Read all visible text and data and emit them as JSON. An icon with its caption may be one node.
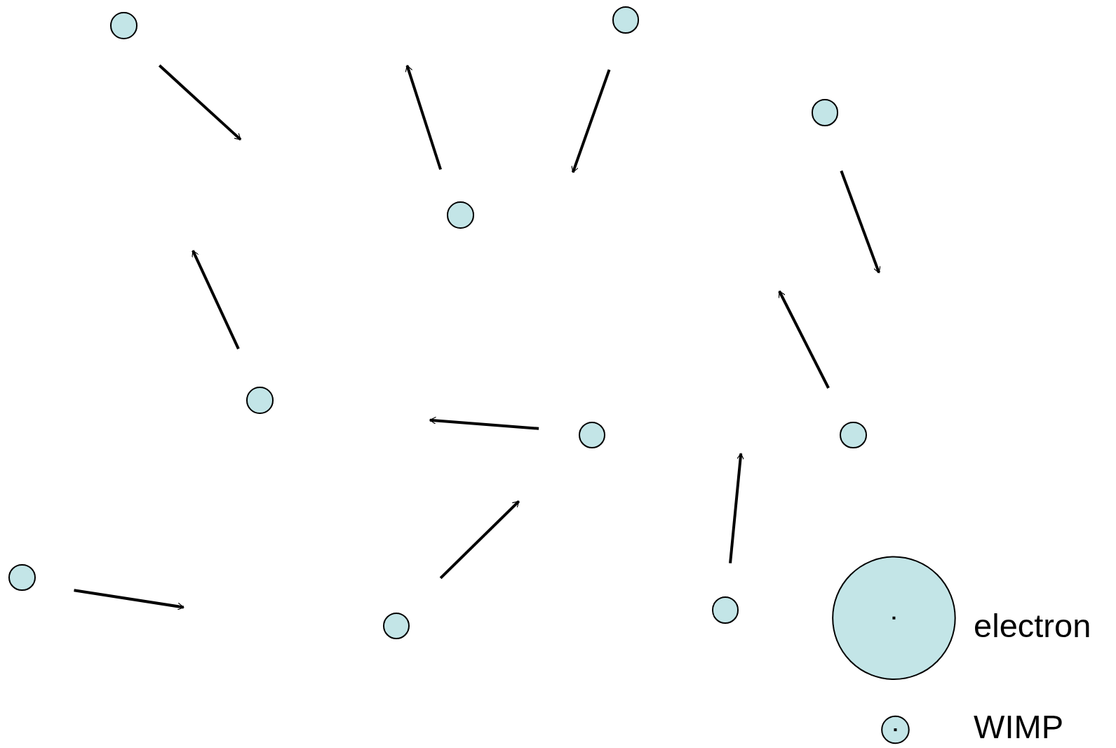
{
  "diagram": {
    "nodes": [
      {
        "text": [],
        "shape": "circle"
      },
      {
        "text": [],
        "shape": "circle"
      },
      {
        "text": [],
        "shape": "circle"
      },
      {
        "text": [],
        "shape": "circle"
      },
      {
        "text": [],
        "shape": "circle"
      },
      {
        "text": [],
        "shape": "circle"
      },
      {
        "text": [],
        "shape": "circle"
      },
      {
        "text": [],
        "shape": "circle"
      },
      {
        "text": [],
        "shape": "circle"
      },
      {
        "text": [],
        "shape": "circle"
      }
    ],
    "legend": [
      {
        "text": "electron"
      },
      {
        "text": "WIMP"
      }
    ]
  }
}
